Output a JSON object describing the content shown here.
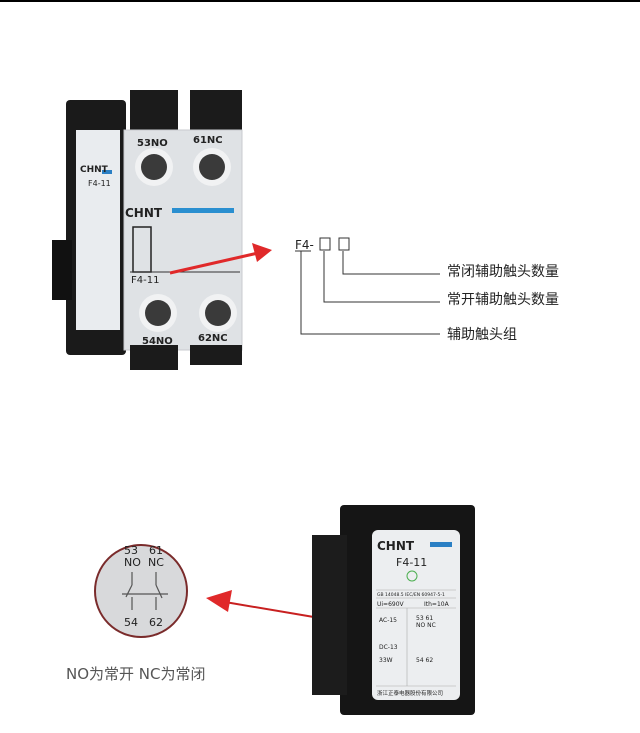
{
  "product_top": {
    "brand": "CHNT",
    "model": "F4-11",
    "side_brand": "CHNT",
    "side_model": "F4-11",
    "terminals": {
      "t53": "53NO",
      "t61": "61NC",
      "t54": "54NO",
      "t62": "62NC"
    }
  },
  "code_diagram": {
    "code": "F4-",
    "labels": [
      "常闭辅助触头数量",
      "常开辅助触头数量",
      "辅助触头组"
    ]
  },
  "circle_detail": {
    "top_numbers": [
      "53",
      "61"
    ],
    "top_types": [
      "NO",
      "NC"
    ],
    "bottom_numbers": [
      "54",
      "62"
    ]
  },
  "caption": "NO为常开  NC为常闭",
  "product_bottom": {
    "brand": "CHNT",
    "model": "F4-11",
    "std": "GB 14048.5  IEC/EN 60947-5-1",
    "ui": "Ui=690V",
    "ith": "Ith=10A",
    "ac": "AC-15",
    "dc": "DC-13",
    "dc_power": "33W",
    "contacts_top": "53  61",
    "contacts_type": "NO  NC",
    "contacts_bottom": "54  62",
    "maker": "浙江正泰电器股份有限公司"
  },
  "colors": {
    "arrow": "#e0292a",
    "brand_blue": "#2a7fc4"
  }
}
